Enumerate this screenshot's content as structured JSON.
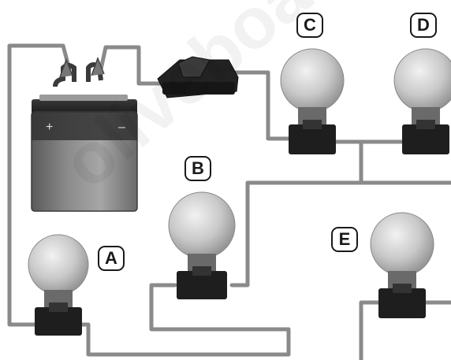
{
  "bulbs": [
    {
      "id": "A",
      "label": "A"
    },
    {
      "id": "B",
      "label": "B"
    },
    {
      "id": "C",
      "label": "C"
    },
    {
      "id": "D",
      "label": "D"
    },
    {
      "id": "E",
      "label": "E"
    }
  ],
  "battery": {
    "positive_symbol": "+",
    "negative_symbol": "–"
  },
  "watermark": "oliveboard",
  "colors": {
    "wire": "#8a8a8a",
    "glass": "#c8c8c8",
    "socket": "#1e1e1e",
    "label_border": "#1a1a1a"
  }
}
